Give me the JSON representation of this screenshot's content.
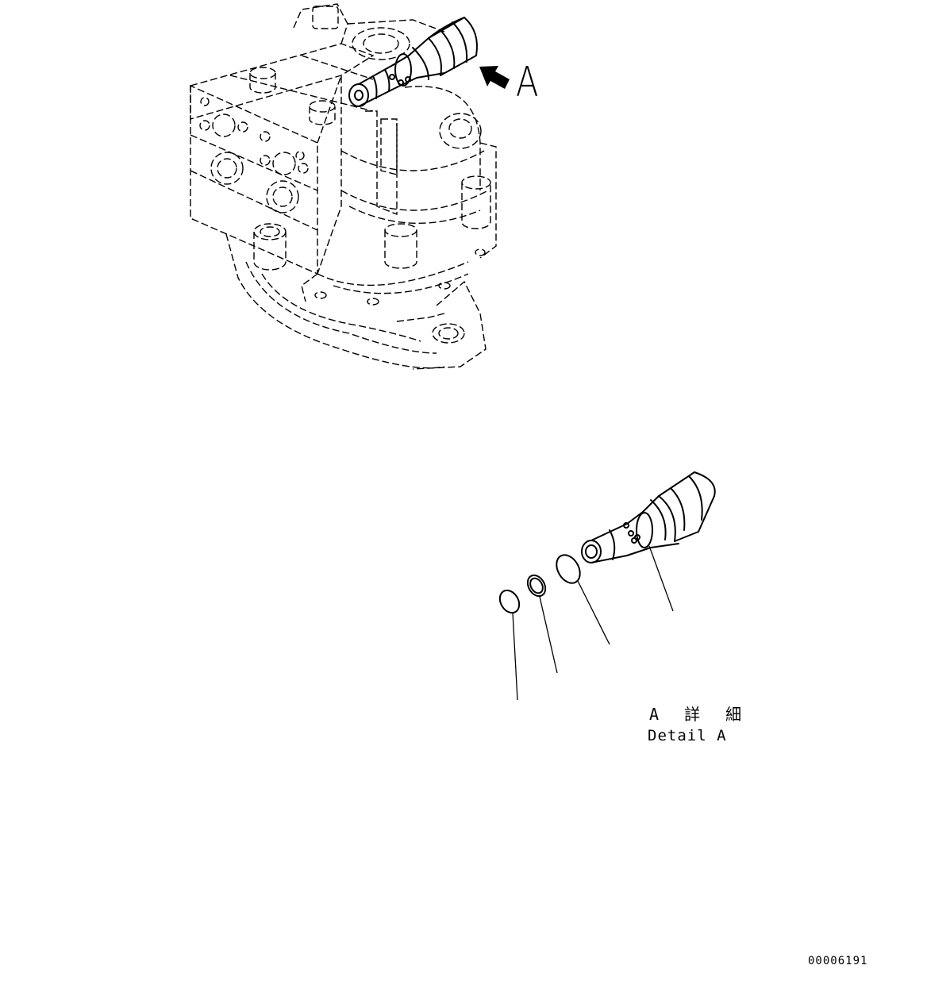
{
  "view_callout": {
    "letter": "A"
  },
  "detail_caption": {
    "japanese": "A 詳 細",
    "english": "Detail A"
  },
  "drawing_number": "00006191",
  "part_icons": [
    "motor-assembly-icon",
    "valve-cartridge-icon",
    "o-ring-icon",
    "backup-ring-icon",
    "plug-icon"
  ]
}
